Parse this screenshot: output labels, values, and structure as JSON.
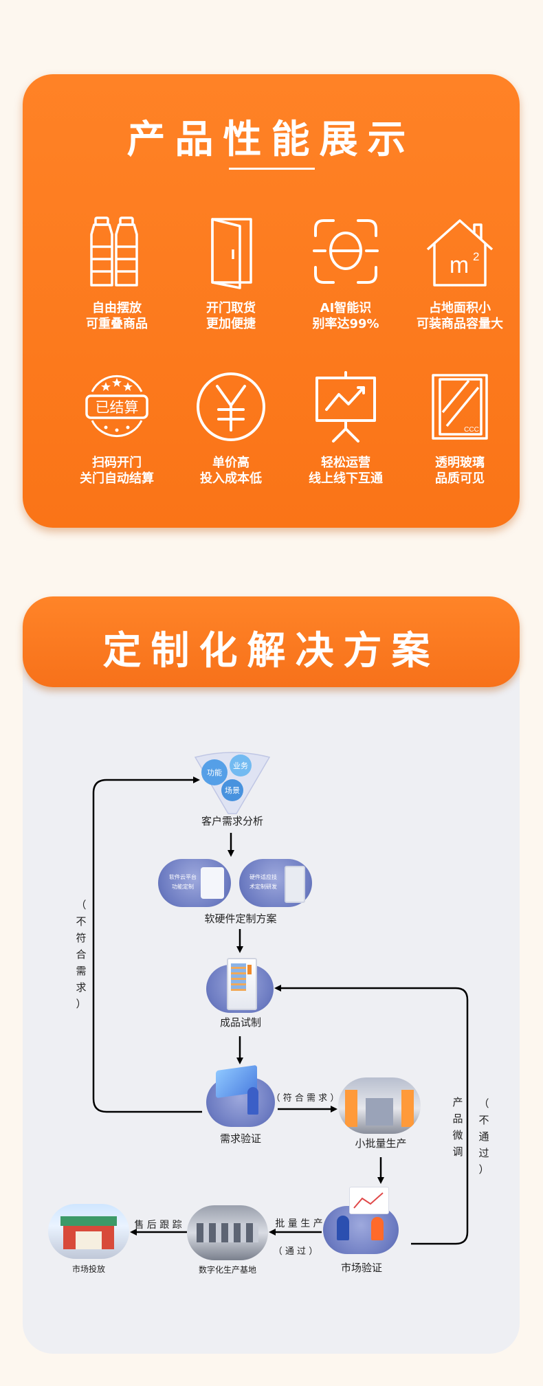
{
  "performance": {
    "title": "产品性能展示",
    "features": [
      {
        "icon": "bottles-icon",
        "line1": "自由摆放",
        "line2": "可重叠商品"
      },
      {
        "icon": "door-icon",
        "line1": "开门取货",
        "line2": "更加便捷"
      },
      {
        "icon": "face-scan-icon",
        "line1": "AI智能识",
        "line2": "别率达99%"
      },
      {
        "icon": "house-area-icon",
        "line1": "占地面积小",
        "line2": "可装商品容量大"
      },
      {
        "icon": "settled-stamp-icon",
        "line1": "扫码开门",
        "line2": "关门自动结算"
      },
      {
        "icon": "yen-icon",
        "line1": "单价高",
        "line2": "投入成本低"
      },
      {
        "icon": "chart-board-icon",
        "line1": "轻松运营",
        "line2": "线上线下互通"
      },
      {
        "icon": "glass-panel-icon",
        "line1": "透明玻璃",
        "line2": "品质可见"
      }
    ],
    "stamp_text": "已结算",
    "area_text": "m",
    "area_sup": "2",
    "ccc_text": "CCC"
  },
  "solution": {
    "title": "定制化解决方案",
    "funnel": {
      "c1": "功能",
      "c2": "业务",
      "c3": "场景"
    },
    "software_card": {
      "line1": "软件云平台",
      "line2": "功能定制"
    },
    "hardware_card": {
      "line1": "硬件适应技",
      "line2": "术定制研发"
    },
    "steps": {
      "demand_analysis": "客户需求分析",
      "custom_plan": "软硬件定制方案",
      "trial": "成品试制",
      "verify": "需求验证",
      "small_batch": "小批量生产",
      "market_verify": "市场验证",
      "digital_base": "数字化生产基地",
      "market_launch": "市场投放"
    },
    "edge_labels": {
      "not_meet_side": [
        "（",
        "不",
        "符",
        "合",
        "需",
        "求",
        "）"
      ],
      "meets": "（ 符 合 需 求 ）",
      "fine_tune": [
        "产",
        "品",
        "微",
        "调"
      ],
      "not_pass": [
        "（",
        "不",
        "通",
        "过",
        "）"
      ],
      "mass_production": "批 量 生 产",
      "passed": "（ 通 过 ）",
      "after_sales": "售 后 跟 踪"
    }
  }
}
